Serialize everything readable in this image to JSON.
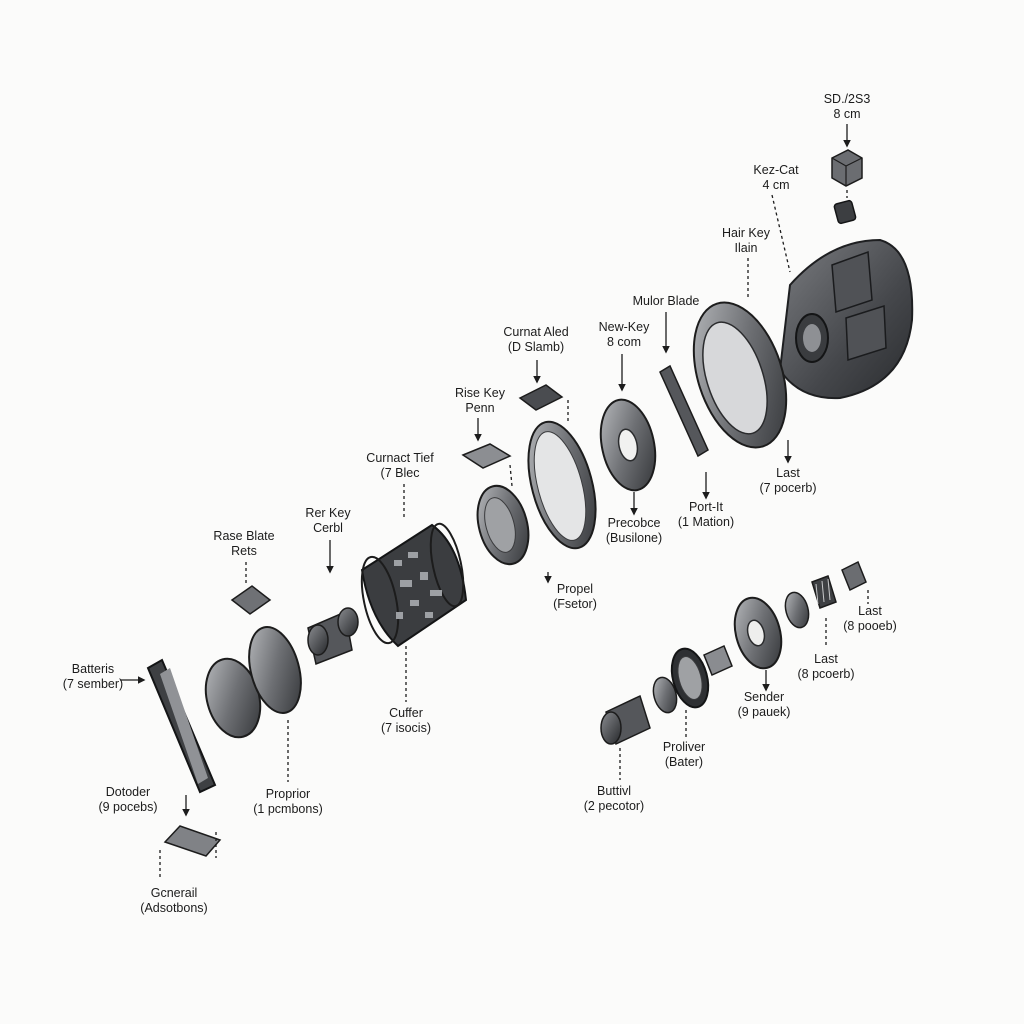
{
  "colors": {
    "ink": "#1c1c1c",
    "part_dark": "#3d3f42",
    "part_mid": "#6e7074",
    "part_light": "#a9abae",
    "background": "#fbfbfa"
  },
  "labels": {
    "sd_2353": {
      "line1": "SD./2S3",
      "line2": "8 cm"
    },
    "kez_cat": {
      "line1": "Kez-Cat",
      "line2": "4 cm"
    },
    "hair_key": {
      "line1": "Hair Key",
      "line2": "Ilain"
    },
    "motor_blade": {
      "line1": "Mulor Blade",
      "line2": ""
    },
    "new_key": {
      "line1": "New-Key",
      "line2": "8 com"
    },
    "curnat_aled": {
      "line1": "Curnat Aled",
      "line2": "(D Slamb)"
    },
    "rise_key": {
      "line1": "Rise Key",
      "line2": "Penn"
    },
    "curnact_tief": {
      "line1": "Curnact Tief",
      "line2": "(7 Blec"
    },
    "rer_key": {
      "line1": "Rer Key",
      "line2": "Cerbl"
    },
    "rase_blate": {
      "line1": "Rase Blate",
      "line2": "Rets"
    },
    "batteris": {
      "line1": "Batteris",
      "line2": "(7 sember)"
    },
    "dotoder": {
      "line1": "Dotoder",
      "line2": "(9 pocebs)"
    },
    "generail": {
      "line1": "Gcnerail",
      "line2": "(Adsotbons)"
    },
    "proprior": {
      "line1": "Proprior",
      "line2": "(1 pcmbons)"
    },
    "cuffer": {
      "line1": "Cuffer",
      "line2": "(7 isocis)"
    },
    "propel": {
      "line1": "Propel",
      "line2": "(Fsetor)"
    },
    "precobce": {
      "line1": "Precobce",
      "line2": "(Busilone)"
    },
    "port_it": {
      "line1": "Port-It",
      "line2": "(1 Mation)"
    },
    "last_top": {
      "line1": "Last",
      "line2": "(7 pocerb)"
    },
    "last_right1": {
      "line1": "Last",
      "line2": "(8 pooeb)"
    },
    "last_right2": {
      "line1": "Last",
      "line2": "(8 pcoerb)"
    },
    "sender": {
      "line1": "Sender",
      "line2": "(9 pauek)"
    },
    "proliver": {
      "line1": "Proliver",
      "line2": "(Bater)"
    },
    "buttivl": {
      "line1": "Buttivl",
      "line2": "(2 pecotor)"
    }
  }
}
